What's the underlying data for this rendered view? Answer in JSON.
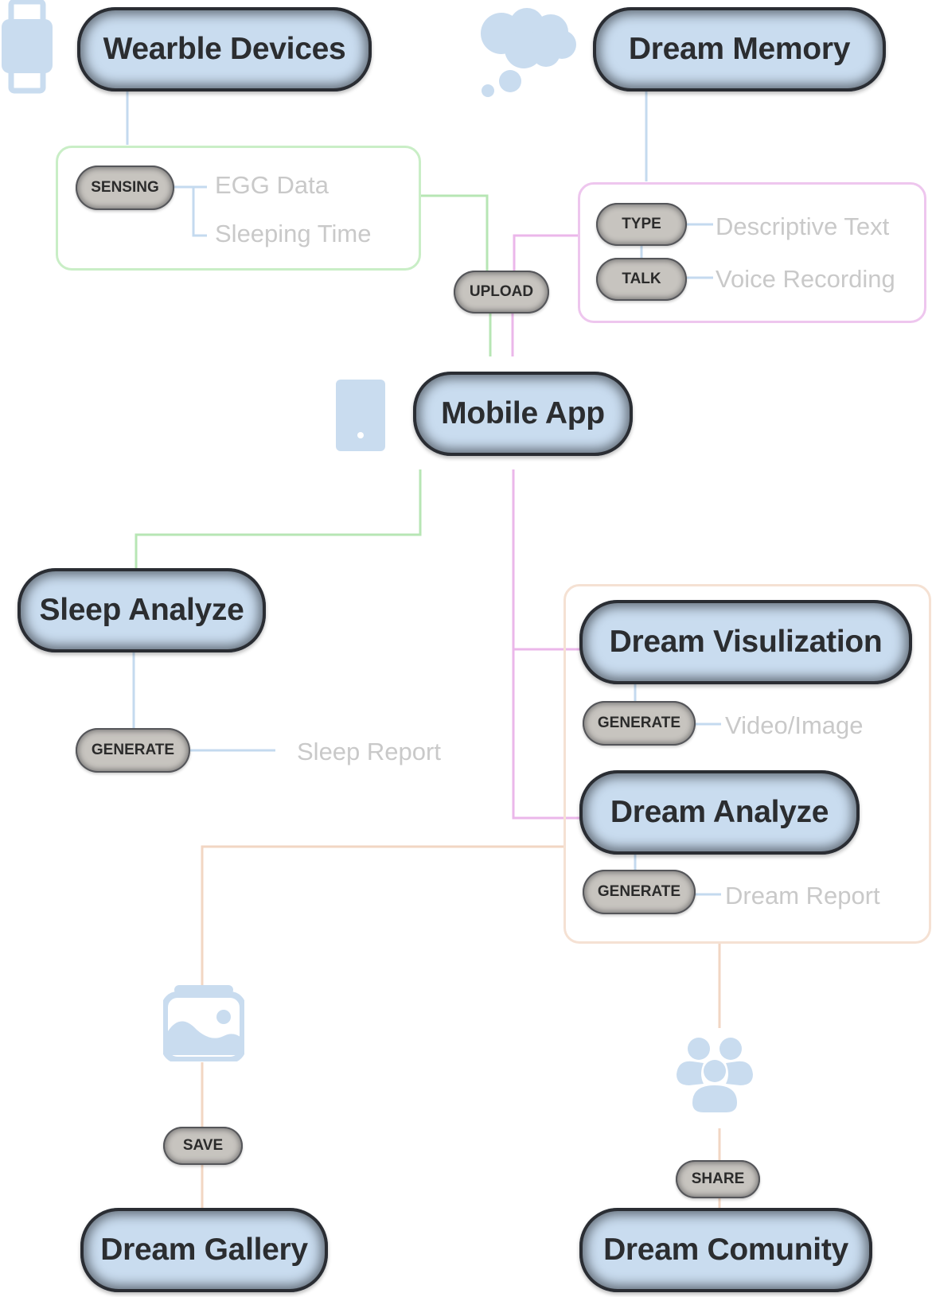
{
  "nodes": {
    "wearable": "Wearble Devices",
    "dream_memory": "Dream Memory",
    "mobile_app": "Mobile App",
    "sleep_analyze": "Sleep Analyze",
    "dream_visualization": "Dream Visulization",
    "dream_analyze": "Dream Analyze",
    "dream_gallery": "Dream Gallery",
    "dream_community": "Dream Comunity"
  },
  "actions": {
    "sensing": "SENSING",
    "upload": "UPLOAD",
    "type": "TYPE",
    "talk": "TALK",
    "generate_sleep": "GENERATE",
    "generate_visual": "GENERATE",
    "generate_dream": "GENERATE",
    "save": "SAVE",
    "share": "SHARE"
  },
  "outputs": {
    "egg_data": "EGG Data",
    "sleeping_time": "Sleeping Time",
    "descriptive_text": "Descriptive Text",
    "voice_recording": "Voice Recording",
    "sleep_report": "Sleep Report",
    "video_image": "Video/Image",
    "dream_report": "Dream Report"
  },
  "icons": [
    "watch-icon",
    "thought-cloud-icon",
    "phone-icon",
    "image-icon",
    "community-icon"
  ],
  "colors": {
    "node_fill": "#c9dcef",
    "pill_fill": "#c7c4bf",
    "sleep_path": "#b7e6b4",
    "memory_path": "#ebb7ea",
    "output_path": "#f2d6c3",
    "link_blue": "#c4daef",
    "note_text": "#c9c9c9"
  }
}
